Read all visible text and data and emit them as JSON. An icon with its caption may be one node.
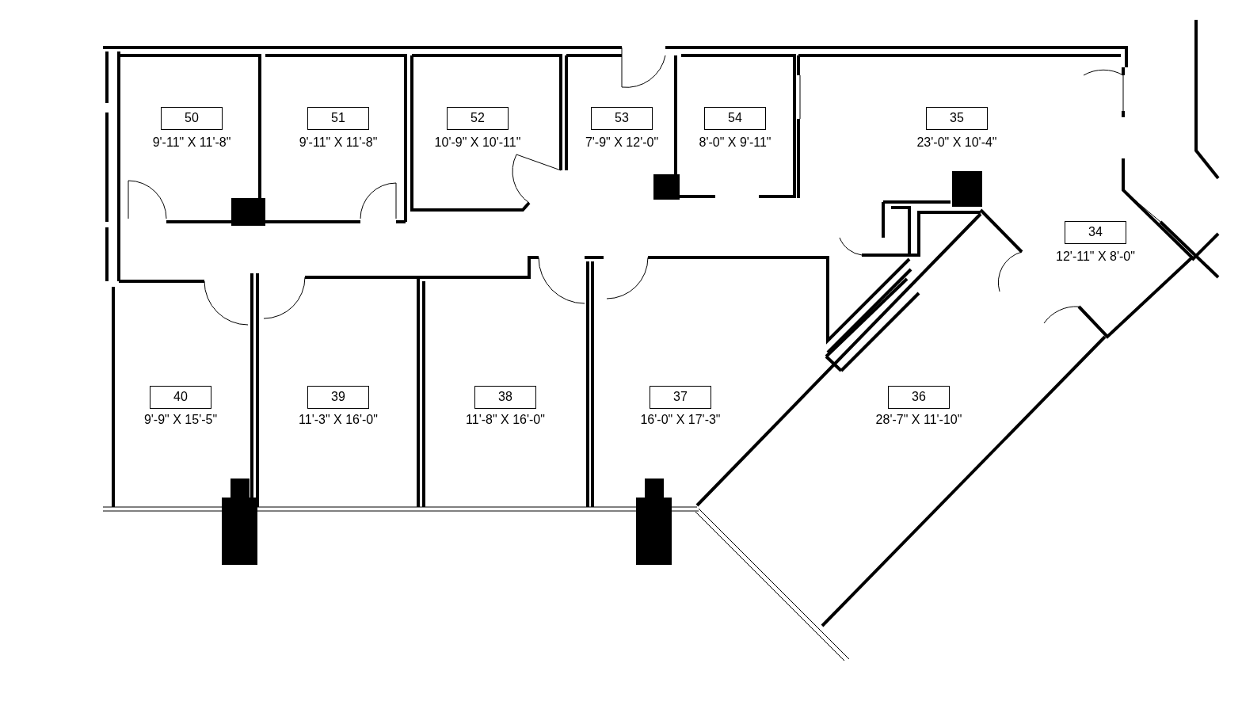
{
  "diagram": {
    "nodes": [
      {
        "text": [
          "50"
        ],
        "beside": [
          "9'-11\" X 11'-8\""
        ]
      },
      {
        "text": [
          "51"
        ],
        "beside": [
          "9'-11\" X 11'-8\""
        ]
      },
      {
        "text": [
          "52"
        ],
        "beside": [
          "10'-9\" X 10'-11\""
        ]
      },
      {
        "text": [
          "53"
        ],
        "beside": [
          "7'-9\" X 12'-0\""
        ]
      },
      {
        "text": [
          "54"
        ],
        "beside": [
          "8'-0\" X 9'-11\""
        ]
      },
      {
        "text": [
          "35"
        ],
        "beside": [
          "23'-0\" X 10'-4\""
        ]
      },
      {
        "text": [
          "34"
        ],
        "beside": [
          "12'-11\" X 8'-0\""
        ]
      },
      {
        "text": [
          "40"
        ],
        "beside": [
          "9'-9\" X 15'-5\""
        ]
      },
      {
        "text": [
          "39"
        ],
        "beside": [
          "11'-3\" X 16'-0\""
        ]
      },
      {
        "text": [
          "38"
        ],
        "beside": [
          "11'-8\" X 16'-0\""
        ]
      },
      {
        "text": [
          "37"
        ],
        "beside": [
          "16'-0\" X 17'-3\""
        ]
      },
      {
        "text": [
          "36"
        ],
        "beside": [
          "28'-7\" X 11'-10\""
        ]
      }
    ]
  }
}
